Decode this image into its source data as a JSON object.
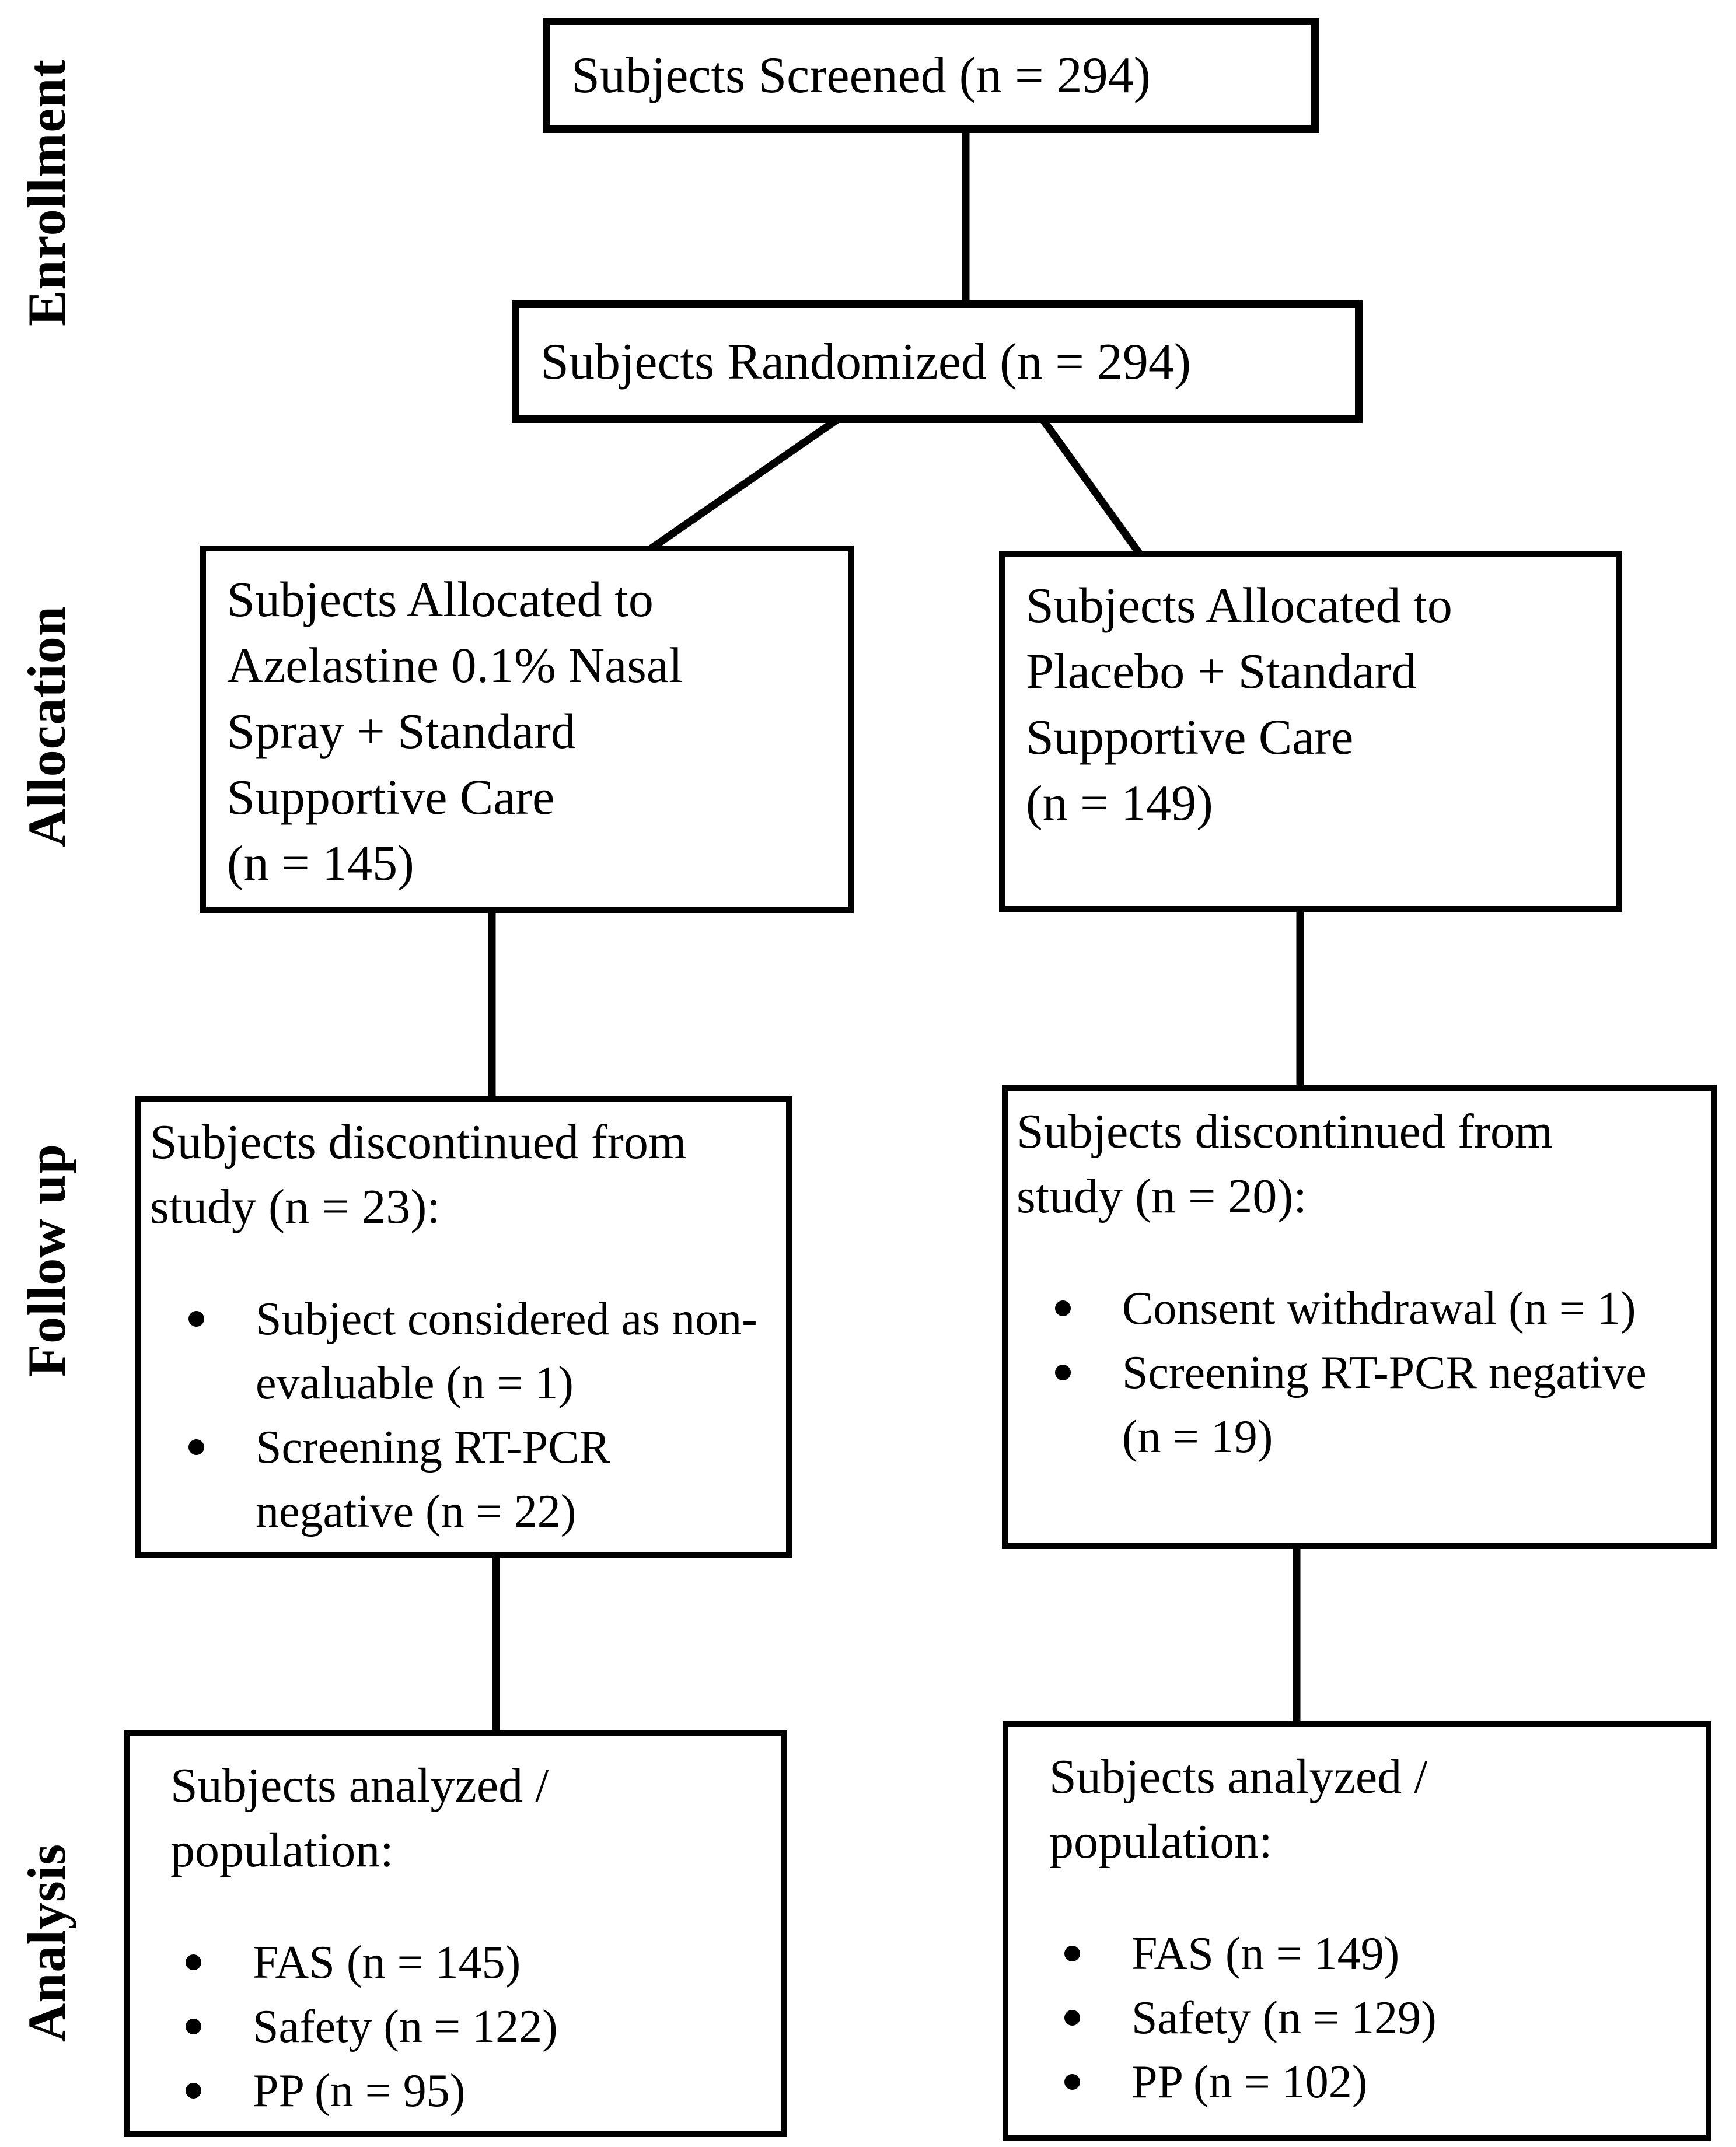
{
  "diagram": {
    "colors": {
      "line": "#000000",
      "background": "#ffffff",
      "text": "#000000"
    },
    "stage_labels": {
      "enrollment": "Enrollment",
      "allocation": "Allocation",
      "follow_up": "Follow up",
      "analysis": "Analysis"
    },
    "boxes": {
      "screened": {
        "text": "Subjects Screened (n = 294)"
      },
      "randomized": {
        "text": "Subjects Randomized (n = 294)"
      },
      "allocation_left": {
        "text": "Subjects Allocated to\nAzelastine 0.1% Nasal\nSpray + Standard\nSupportive Care\n(n = 145)"
      },
      "allocation_right": {
        "text": "Subjects Allocated to\nPlacebo + Standard\nSupportive Care\n(n = 149)"
      },
      "follow_up_left": {
        "heading": "Subjects discontinued from\nstudy (n = 23):",
        "bullets": [
          "Subject considered as non-\nevaluable (n = 1)",
          "Screening RT-PCR\nnegative (n = 22)"
        ]
      },
      "follow_up_right": {
        "heading": "Subjects discontinued from\nstudy (n = 20):",
        "bullets": [
          "Consent withdrawal (n = 1)",
          "Screening RT-PCR negative\n(n = 19)"
        ]
      },
      "analysis_left": {
        "heading": "Subjects analyzed /\npopulation:",
        "bullets": [
          "FAS (n = 145)",
          "Safety (n = 122)",
          "PP (n = 95)"
        ]
      },
      "analysis_right": {
        "heading": "Subjects analyzed /\npopulation:",
        "bullets": [
          "FAS (n = 149)",
          "Safety (n = 129)",
          "PP (n = 102)"
        ]
      }
    }
  }
}
